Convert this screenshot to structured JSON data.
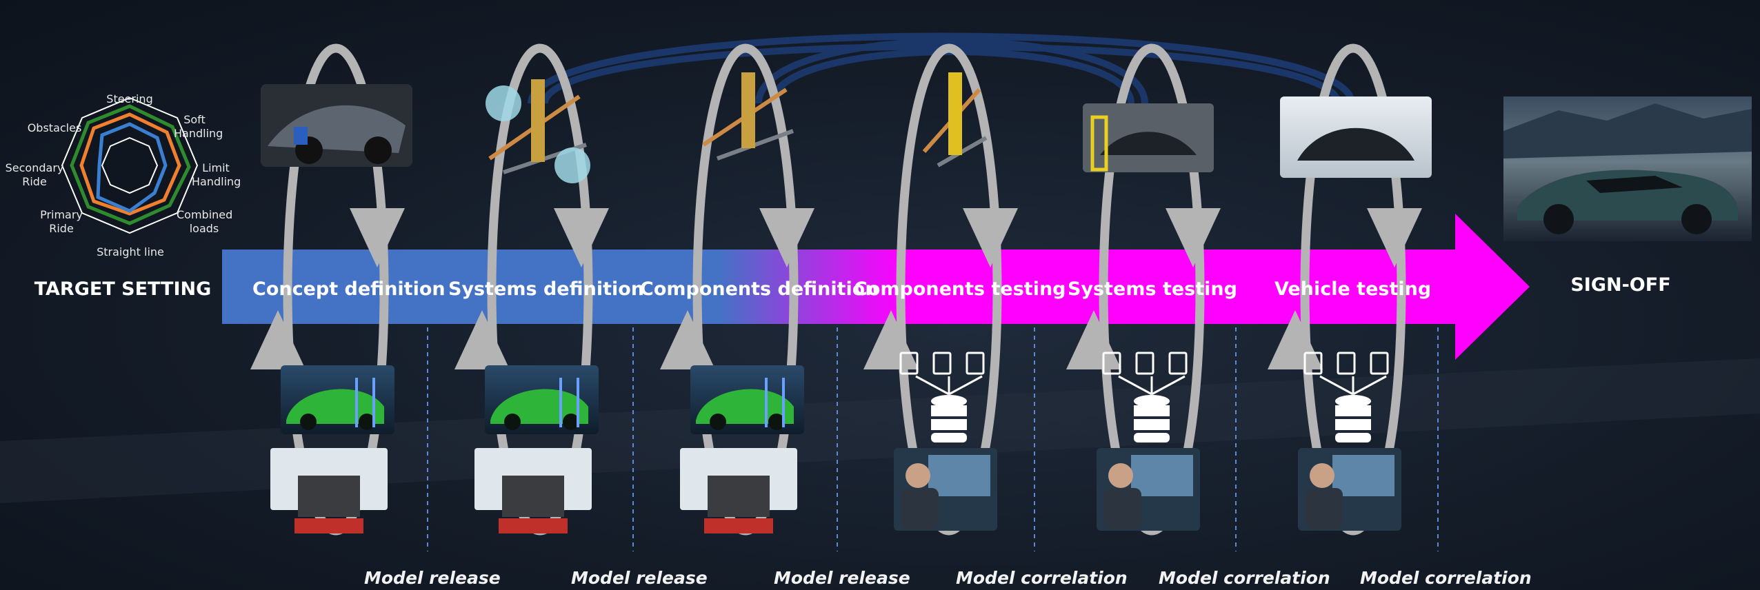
{
  "target_setting": {
    "title": "TARGET SETTING",
    "radar_axes": [
      "Steering",
      "Soft Handling",
      "Limit Handling",
      "Combined loads",
      "Straight line",
      "Primary Ride",
      "Secondary Ride",
      "Obstacles"
    ]
  },
  "stages": [
    {
      "label": "Concept definition"
    },
    {
      "label": "Systems definition"
    },
    {
      "label": "Components definition"
    },
    {
      "label": "Components testing"
    },
    {
      "label": "Systems testing"
    },
    {
      "label": "Vehicle testing"
    }
  ],
  "end_label": "SIGN-OFF",
  "releases": [
    "Model release",
    "Model release",
    "Model release",
    "Model correlation",
    "Model correlation",
    "Model correlation"
  ],
  "colors": {
    "arrow_blue": "#4472c4",
    "arrow_magenta": "#ff00ff",
    "loop_gray": "#b4b4b4",
    "feedback_navy": "#1c3a70"
  },
  "icons": {
    "design_images": [
      "car-chassis-render",
      "suspension-assembly-render",
      "suspension-link-render",
      "shock-absorber-photo",
      "car-on-rig-photo",
      "car-on-snow-photo"
    ],
    "simulation_images": [
      "green-car-sim",
      "green-car-sim",
      "green-car-sim"
    ],
    "driving_sim": "driving-simulator-photo",
    "database": "database-icon",
    "engineer": "engineer-at-screens-photo",
    "hero": "sports-car-photo"
  }
}
